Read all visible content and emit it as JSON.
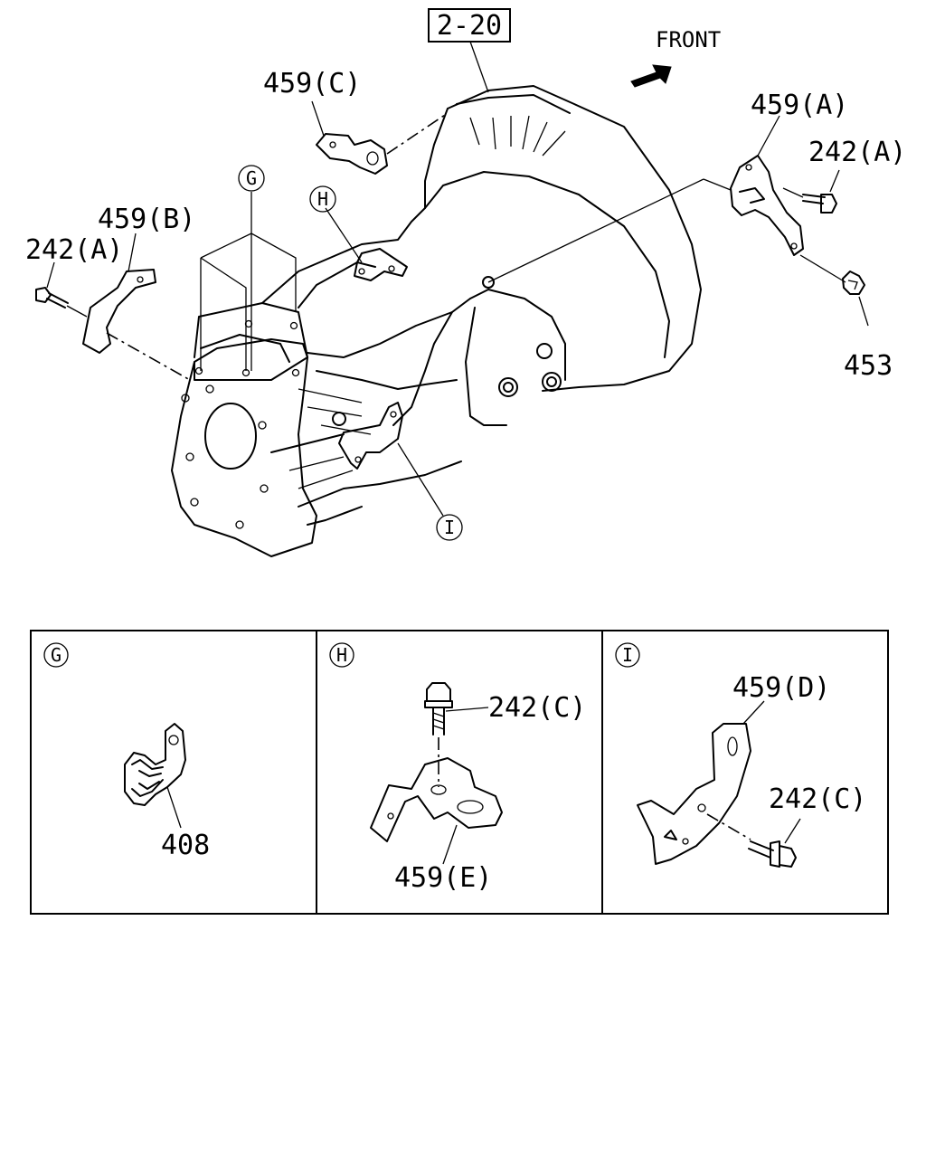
{
  "labels": {
    "ref_2_20": "2-20",
    "front": "FRONT",
    "p459c": "459(C)",
    "p459a": "459(A)",
    "p242a_right": "242(A)",
    "p453": "453",
    "p459b": "459(B)",
    "p242a_left": "242(A)",
    "p408": "408",
    "p242c_h": "242(C)",
    "p459e": "459(E)",
    "p459d": "459(D)",
    "p242c_i": "242(C)"
  },
  "callouts": {
    "g_main": "G",
    "h_main": "H",
    "i_main": "I",
    "g_panel": "G",
    "h_panel": "H",
    "i_panel": "I"
  }
}
